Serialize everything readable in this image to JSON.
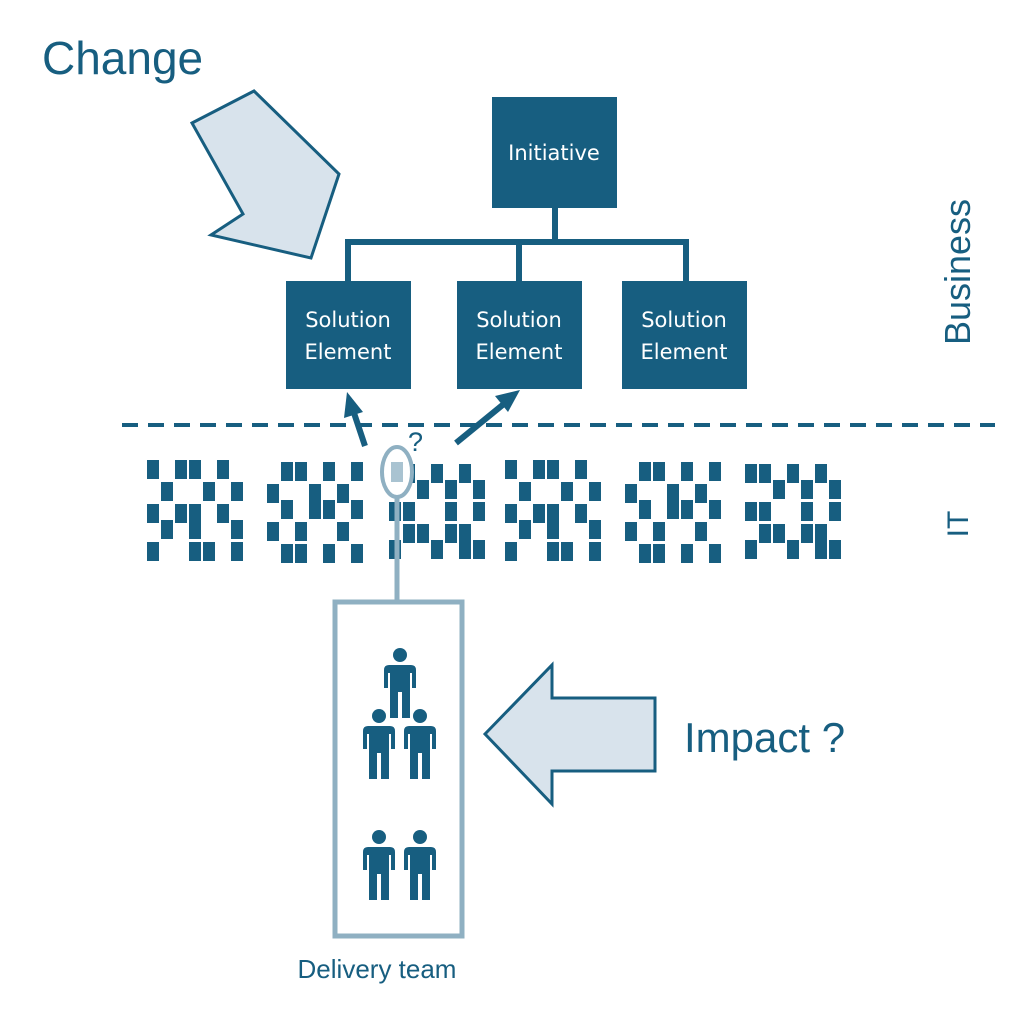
{
  "labels": {
    "change": "Change",
    "impact": "Impact ?",
    "business": "Business",
    "it": "IT",
    "delivery_team": "Delivery team",
    "question": "?"
  },
  "nodes": {
    "initiative": "Initiative",
    "solution_elements": [
      [
        "Solution",
        "Element"
      ],
      [
        "Solution",
        "Element"
      ],
      [
        "Solution",
        "Element"
      ]
    ]
  },
  "colors": {
    "primary": "#175e80",
    "arrow_fill": "#d8e3ec",
    "team_border": "#8fb0c2",
    "highlight_fill": "#a9c3d1"
  },
  "icons": {
    "person": "person-icon",
    "change_arrow": "arrow-down-right-icon",
    "impact_arrow": "arrow-left-icon"
  }
}
